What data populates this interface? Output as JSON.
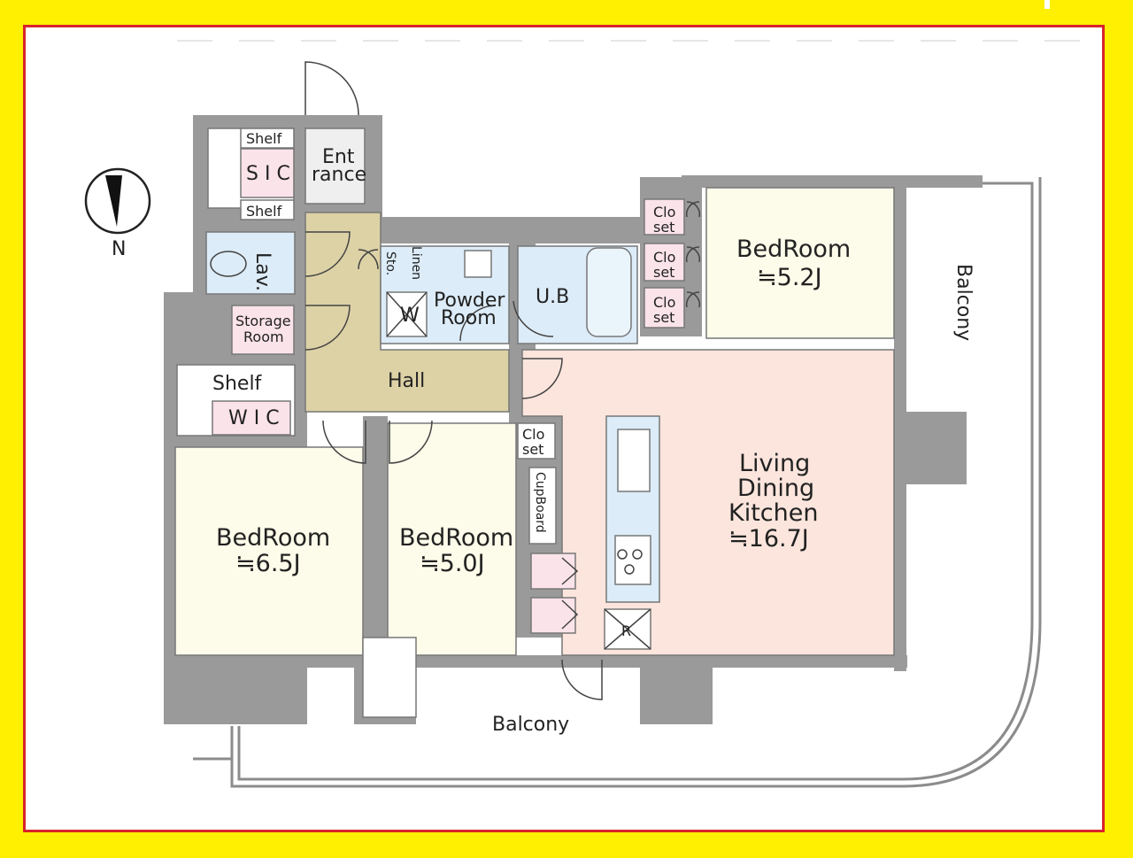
{
  "compass": {
    "north": "N"
  },
  "rooms": {
    "shelf_top": "Shelf",
    "sic": "S I C",
    "shelf_bottom": "Shelf",
    "entrance_1": "Ent",
    "entrance_2": "rance",
    "lav": "Lav.",
    "storage_1": "Storage",
    "storage_2": "Room",
    "shelf_wic": "Shelf",
    "wic": "W I C",
    "hall": "Hall",
    "sto": "Sto.",
    "linen": "Linen",
    "powder_1": "Powder",
    "powder_2": "Room",
    "washer": "W",
    "ub": "U.B",
    "closet_1a": "Clo",
    "closet_1b": "set",
    "closet_2a": "Clo",
    "closet_2b": "set",
    "closet_3a": "Clo",
    "closet_3b": "set",
    "closet_4a": "Clo",
    "closet_4b": "set",
    "bedroom_ne_name": "BedRoom",
    "bedroom_ne_size": "≒5.2J",
    "bedroom_w_name": "BedRoom",
    "bedroom_w_size": "≒6.5J",
    "bedroom_c_name": "BedRoom",
    "bedroom_c_size": "≒5.0J",
    "cupboard": "CupBoard",
    "ldk_1": "Living",
    "ldk_2": "Dining",
    "ldk_3": "Kitchen",
    "ldk_size": "≒16.7J",
    "fridge": "R",
    "balcony_south": "Balcony",
    "balcony_east": "Balcony"
  },
  "colors": {
    "background": "#ffef00",
    "frame_border": "#d9232a",
    "wall": "#9a9a9a",
    "hall": "#ddd2a6",
    "ldk": "#fbe5dd",
    "bedroom": "#fdfbe9",
    "wet_area": "#dcecf8",
    "storage": "#fbe3ea"
  }
}
